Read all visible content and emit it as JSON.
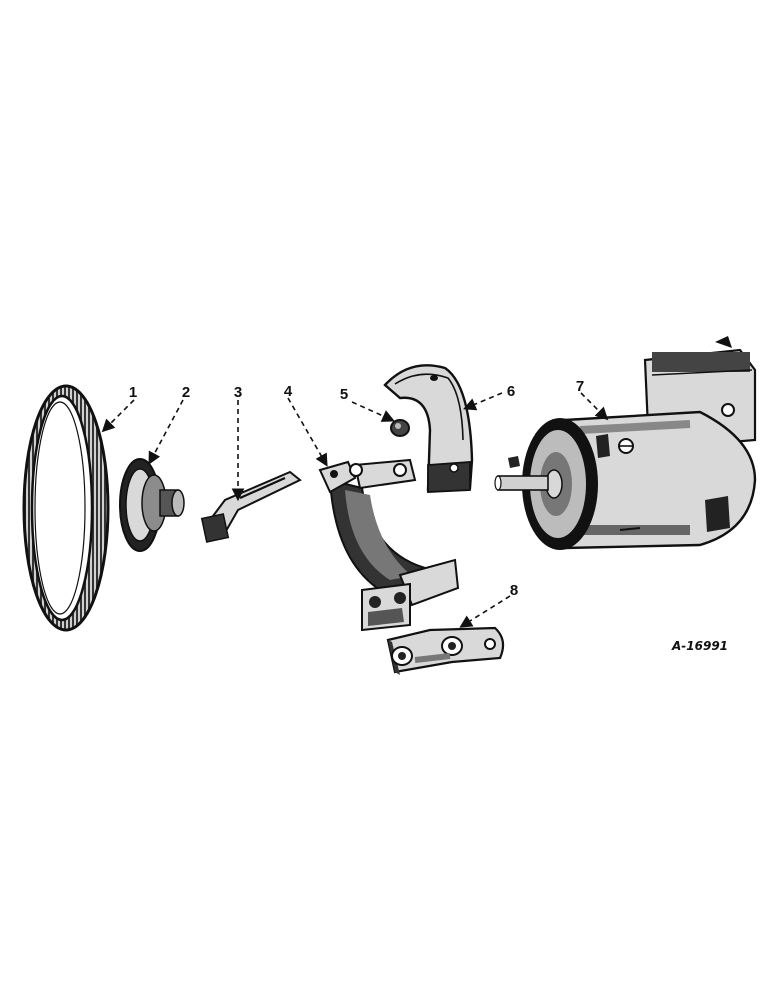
{
  "callouts": [
    {
      "number": "1",
      "part": "belt"
    },
    {
      "number": "2",
      "part": "pulley"
    },
    {
      "number": "3",
      "part": "adjusting-strap"
    },
    {
      "number": "4",
      "part": "mounting-bracket"
    },
    {
      "number": "5",
      "part": "nut"
    },
    {
      "number": "6",
      "part": "clamp-band"
    },
    {
      "number": "7",
      "part": "generator"
    },
    {
      "number": "8",
      "part": "support-bracket"
    }
  ],
  "figure_id": "A-16991",
  "colors": {
    "ink": "#111111",
    "paper": "#ffffff",
    "shade": "#8c8c8c"
  }
}
